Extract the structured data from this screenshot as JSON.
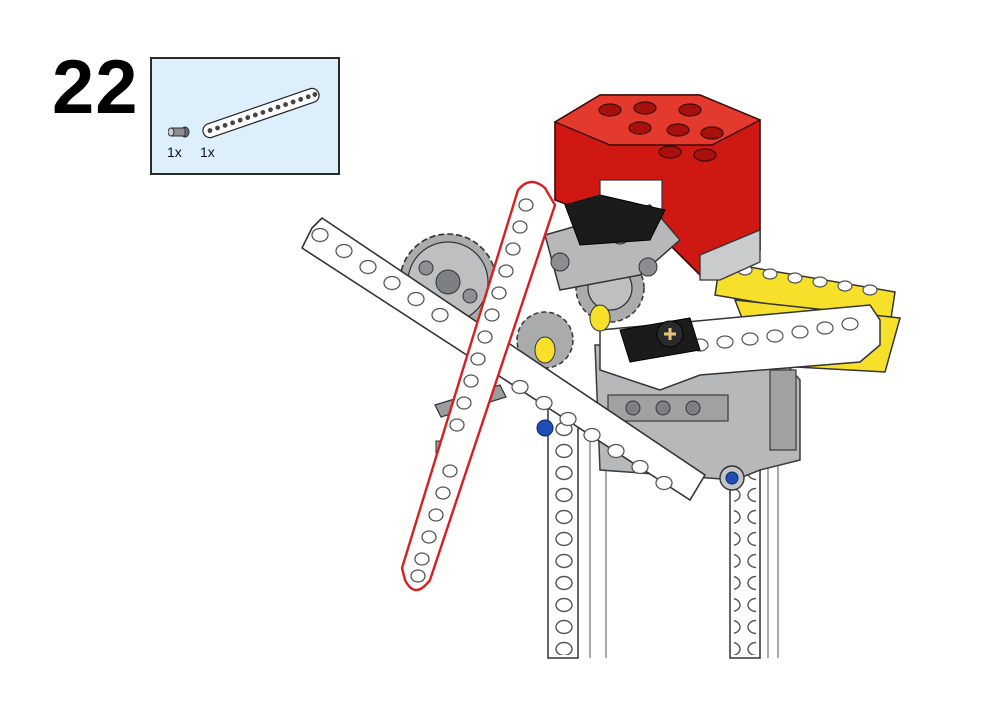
{
  "step": {
    "number": "22"
  },
  "parts_list": {
    "items": [
      {
        "part": "connector-pin-icon",
        "quantity": "1x"
      },
      {
        "part": "liftarm-beam-15-icon",
        "quantity": "1x"
      }
    ]
  },
  "colors": {
    "callout_background": "#dceffb",
    "callout_border": "#2b2b2b",
    "highlight_outline": "#d81e1e",
    "motor_red": "#d01812",
    "beam_white": "#ffffff",
    "beam_yellow": "#f6e02a",
    "frame_gray": "#a9abad",
    "pin_black": "#1b1b1b",
    "axle_blue": "#1f4fb4"
  }
}
